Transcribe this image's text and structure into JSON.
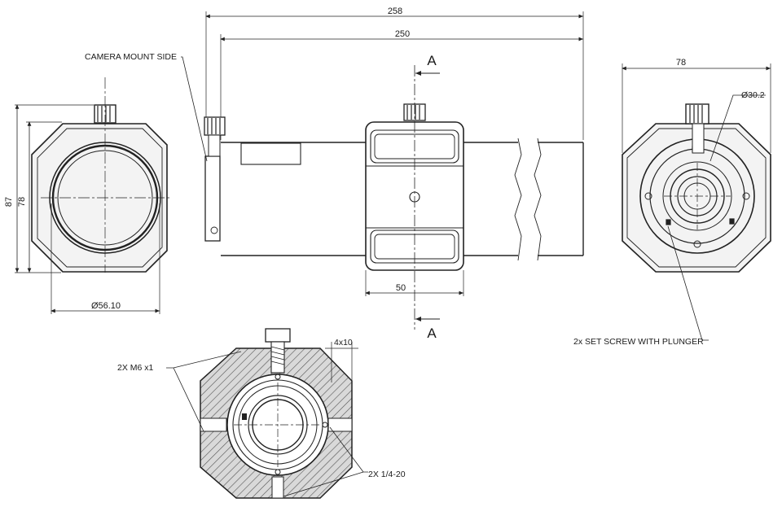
{
  "drawing": {
    "dimensions": {
      "overall_length": "258",
      "tube_length": "250",
      "height_outer": "87",
      "height_inner": "78",
      "width_right": "78",
      "diameter_left": "Ø56.10",
      "diameter_right": "Ø30.2",
      "clamp_width": "50",
      "slot_size": "4x10"
    },
    "section_marks": [
      "A",
      "A"
    ],
    "notes": {
      "camera_side": "CAMERA MOUNT SIDE",
      "set_screw": "2x SET SCREW WITH PLUNGER",
      "m6": "2X M6 x1",
      "quarter_twenty": "2X 1/4-20"
    }
  }
}
